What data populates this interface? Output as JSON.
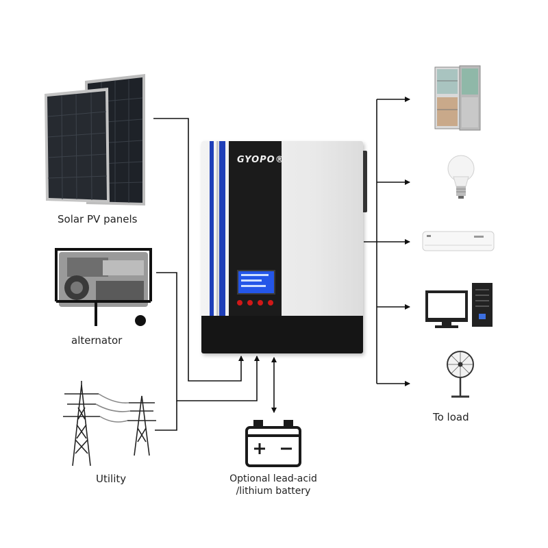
{
  "sources": {
    "solar": {
      "label": "Solar PV panels",
      "icon": "solar-panel-icon"
    },
    "alternator": {
      "label": "alternator",
      "icon": "generator-icon"
    },
    "utility": {
      "label": "Utility",
      "icon": "power-tower-icon"
    }
  },
  "inverter": {
    "brand": "GYOPO®",
    "icon": "inverter-icon"
  },
  "battery": {
    "label_line1": "Optional lead-acid",
    "label_line2": "/lithium battery",
    "icon": "battery-icon",
    "plus": "+",
    "minus": "−"
  },
  "loads": {
    "label": "To load",
    "items": [
      {
        "icon": "refrigerator-icon"
      },
      {
        "icon": "light-bulb-icon"
      },
      {
        "icon": "air-conditioner-icon"
      },
      {
        "icon": "computer-icon"
      },
      {
        "icon": "fan-icon"
      }
    ]
  },
  "colors": {
    "accent_blue": "#1f3fb8",
    "lcd_blue": "#2456e8",
    "line": "#111111",
    "button_red": "#d01818"
  }
}
